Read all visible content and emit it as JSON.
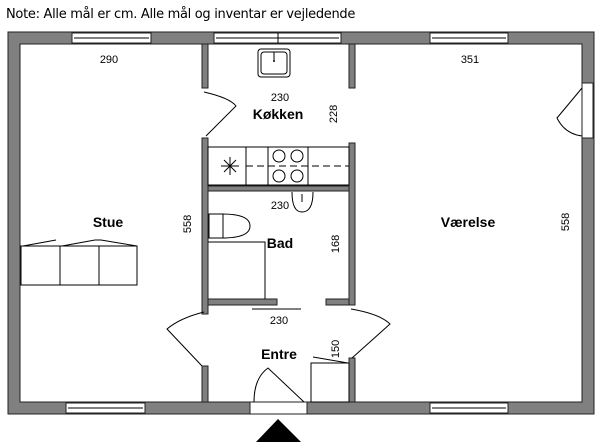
{
  "note": "Note: Alle mål er cm. Alle mål og inventar er vejledende",
  "rooms": {
    "stue": {
      "label": "Stue",
      "width": "290",
      "height": "558"
    },
    "kokken": {
      "label": "Køkken",
      "width": "230",
      "height": "228"
    },
    "bad": {
      "label": "Bad",
      "width": "230",
      "height": "168"
    },
    "entre": {
      "label": "Entre",
      "width": "230",
      "height": "150"
    },
    "vaerelse": {
      "label": "Værelse",
      "width": "351",
      "height": "558"
    }
  },
  "colors": {
    "wall": "#808080",
    "line": "#000000"
  }
}
